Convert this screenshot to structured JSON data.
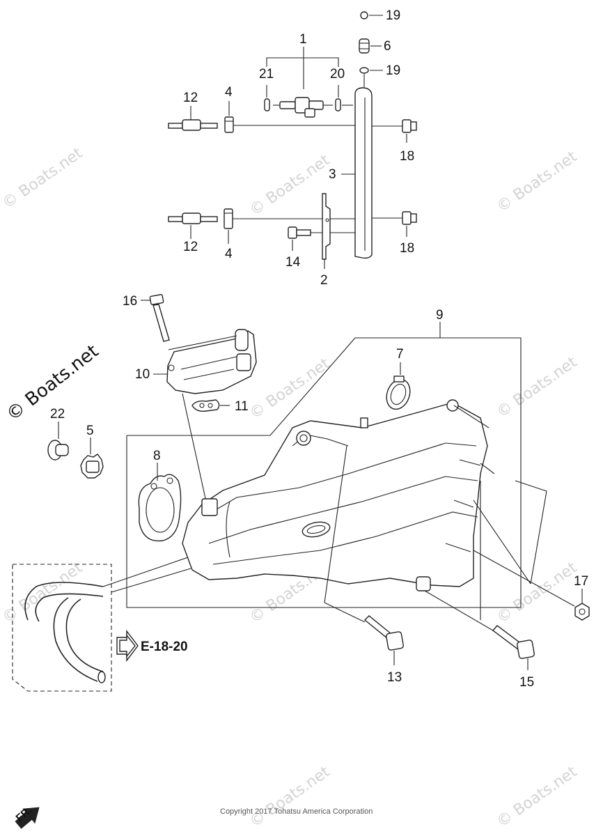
{
  "callouts": [
    "1",
    "2",
    "3",
    "4",
    "4",
    "5",
    "6",
    "7",
    "8",
    "9",
    "10",
    "11",
    "12",
    "12",
    "13",
    "14",
    "15",
    "16",
    "17",
    "18",
    "18",
    "19",
    "19",
    "20",
    "21",
    "22"
  ],
  "reference": {
    "label": "E-18-20"
  },
  "direction": {
    "label": "FR."
  },
  "watermark": {
    "text": "© Boats.net"
  },
  "copyright": "Copyright 2017 Tohatsu America Corporation"
}
